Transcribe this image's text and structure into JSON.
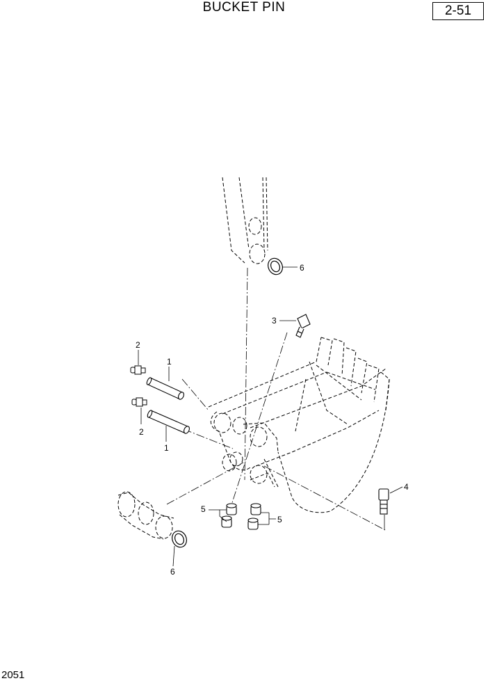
{
  "page": {
    "title": "BUCKET PIN",
    "page_number": "2-51",
    "footer_code": "2051"
  },
  "callouts": {
    "c1a": "1",
    "c1b": "1",
    "c2a": "2",
    "c2b": "2",
    "c3": "3",
    "c4": "4",
    "c5a": "5",
    "c5b": "5",
    "c6a": "6",
    "c6b": "6"
  }
}
